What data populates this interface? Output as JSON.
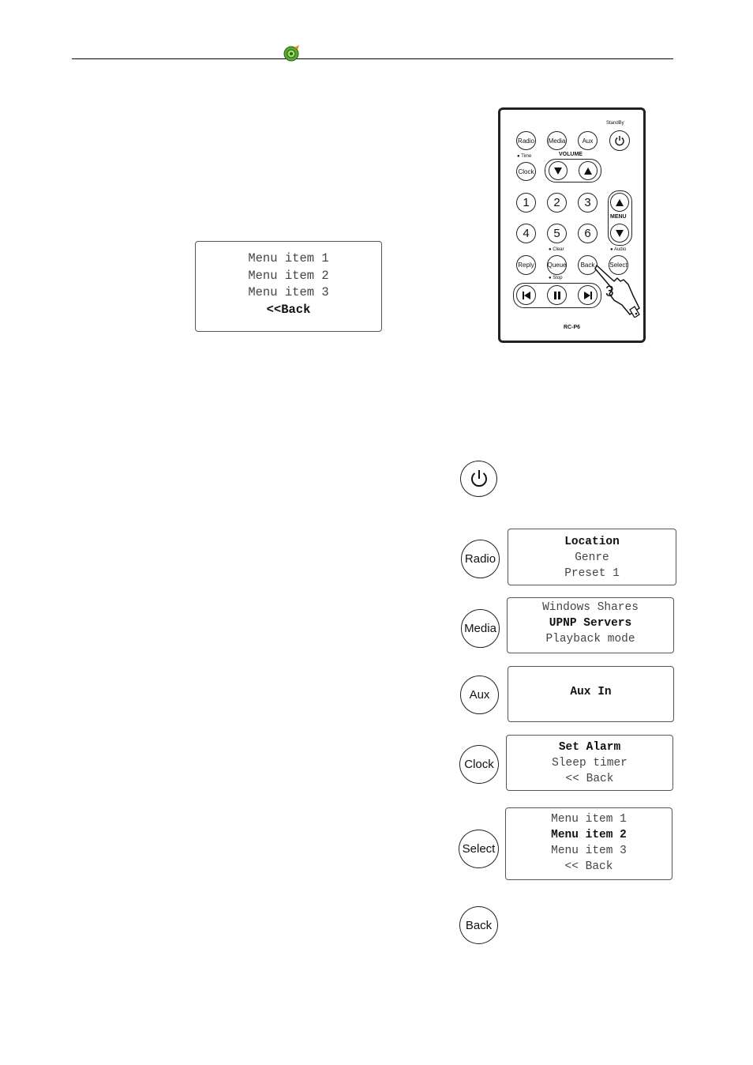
{
  "display_main": {
    "lines": [
      {
        "text": "Menu item 1",
        "bold": false
      },
      {
        "text": "Menu item 2",
        "bold": false
      },
      {
        "text": "Menu item 3",
        "bold": false
      },
      {
        "text": "<<Back",
        "bold": true
      }
    ]
  },
  "remote": {
    "standby_label": "StandBy",
    "radio": "Radio",
    "media": "Media",
    "aux": "Aux",
    "time_label": "Time",
    "clock": "Clock",
    "volume_label": "VOLUME",
    "menu_label": "MENU",
    "nums": [
      "1",
      "2",
      "3",
      "4",
      "5",
      "6"
    ],
    "clear_label": "Clear",
    "audio_label": "Audio",
    "reply": "Reply",
    "queue": "Queue",
    "back": "Back",
    "select": "Select",
    "stop_label": "Stop",
    "model": "RC-P6",
    "callout_number": "3"
  },
  "buttons": {
    "radio": "Radio",
    "media": "Media",
    "aux": "Aux",
    "clock": "Clock",
    "select": "Select",
    "back": "Back"
  },
  "screens": {
    "radio": [
      {
        "text": "Location",
        "bold": true
      },
      {
        "text": "Genre",
        "bold": false
      },
      {
        "text": "Preset 1",
        "bold": false
      }
    ],
    "media": [
      {
        "text": "Windows Shares",
        "bold": false
      },
      {
        "text": "UPNP Servers",
        "bold": true
      },
      {
        "text": "Playback mode",
        "bold": false
      }
    ],
    "aux": [
      {
        "text": "Aux In",
        "bold": true
      }
    ],
    "clock": [
      {
        "text": "Set Alarm",
        "bold": true
      },
      {
        "text": "Sleep timer",
        "bold": false
      },
      {
        "text": "<< Back",
        "bold": false
      }
    ],
    "select": [
      {
        "text": "Menu item 1",
        "bold": false
      },
      {
        "text": "Menu item 2",
        "bold": true
      },
      {
        "text": "Menu item 3",
        "bold": false
      },
      {
        "text": "<< Back",
        "bold": false
      }
    ]
  }
}
